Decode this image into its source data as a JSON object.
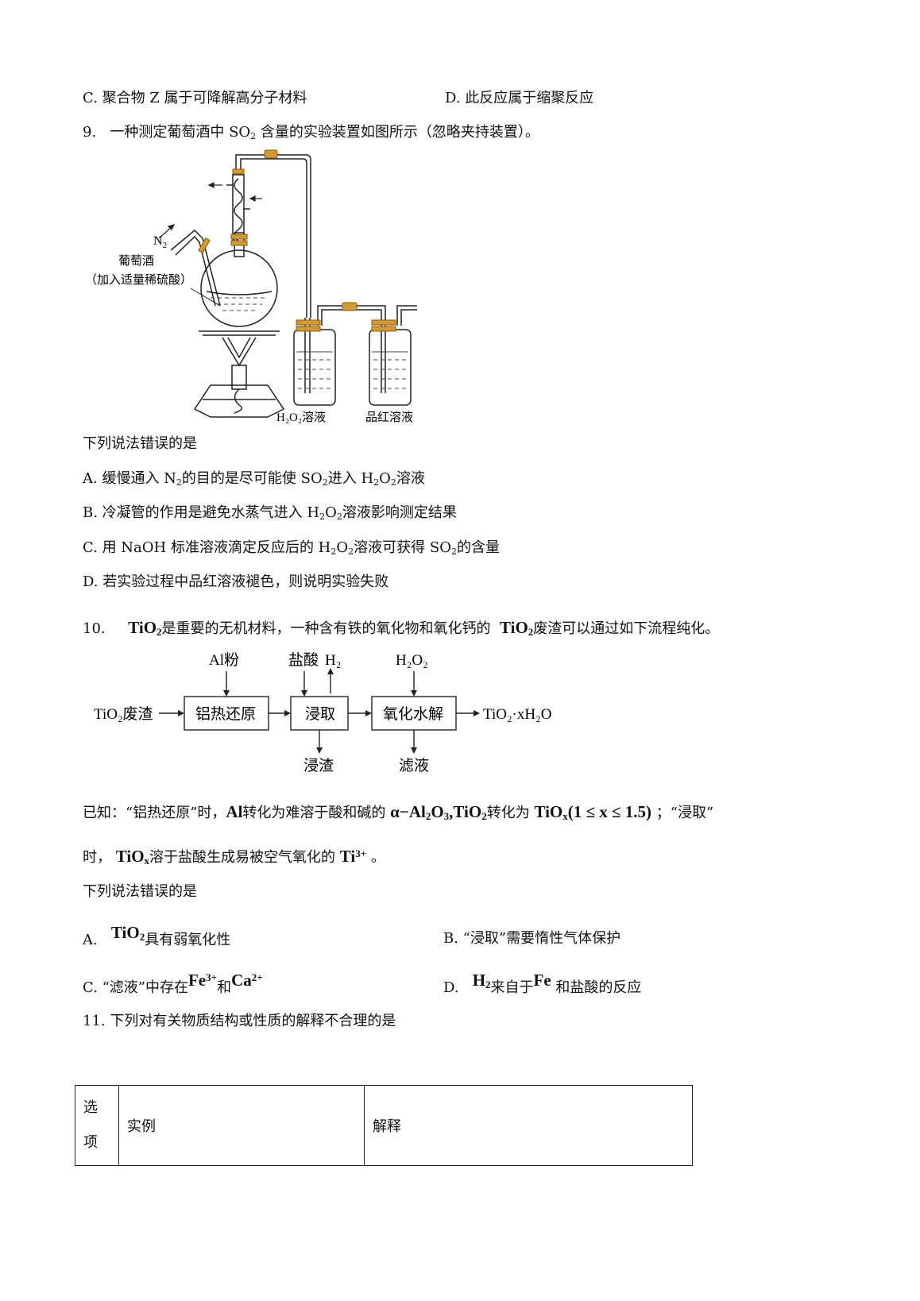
{
  "q8": {
    "option_c": "C.  聚合物 Z 属于可降解高分子材料",
    "option_d": "D.  此反应属于缩聚反应"
  },
  "q9": {
    "number": "9.",
    "stem_a": "一种测定葡萄酒中 SO",
    "stem_sub": "2",
    "stem_b": " 含量的实验装置如图所示（忽略夹持装置）。",
    "figure": {
      "n2_label": "N",
      "n2_sub": "2",
      "wine_label": "葡萄酒",
      "wine_note": "（加入适量稀硫酸）",
      "h2o2_label": "H₂O₂溶液",
      "pinhong_label": "品红溶液"
    },
    "prompt": "下列说法错误的是",
    "options": {
      "a": [
        "A.  缓慢通入 N",
        "2",
        "的目的是尽可能使 SO",
        "2",
        "进入 H",
        "2",
        "O",
        "2",
        "溶液"
      ],
      "b": [
        "B.  冷凝管的作用是避免水蒸气进入 H",
        "2",
        "O",
        "2",
        "溶液影响测定结果"
      ],
      "c": [
        "C.  用 NaOH 标准溶液滴定反应后的 H",
        "2",
        "O",
        "2",
        "溶液可获得 SO",
        "2",
        "的含量"
      ],
      "d": "D.  若实验过程中品红溶液褪色，则说明实验失败"
    }
  },
  "q10": {
    "number": "10.",
    "stem_a": "是重要的无机材料，一种含有铁的氧化物和氧化钙的",
    "stem_b": "废渣可以通过如下流程纯化。",
    "tio2": "TiO",
    "tio2_sub": "2",
    "flow": {
      "input": "TiO₂废渣",
      "step1": "铝热还原",
      "step1_reagent": "Al粉",
      "step2": "浸取",
      "step2_reagent": "盐酸",
      "step2_gas": "H₂",
      "step2_out": "浸渣",
      "step3": "氧化水解",
      "step3_reagent": "H₂O₂",
      "step3_out": "滤液",
      "output": "TiO₂·xH₂O"
    },
    "known_a": "已知：“铝热还原”时，",
    "known_al": "Al",
    "known_b": "转化为难溶于酸和碱的",
    "known_formula": "α−Al",
    "known_formula_b": "O",
    "known_formula_c": ",TiO",
    "known_c": "转化为",
    "known_tiox": "TiO",
    "known_tiox_sub": "x",
    "known_range": "(1 ≤ x ≤ 1.5)",
    "known_d": "；“浸取”",
    "known_e": "时，",
    "known_f": "溶于盐酸生成易被空气氧化的",
    "known_ti3": "Ti",
    "known_ti3_sup": "3+",
    "known_g": "。",
    "prompt": "下列说法错误的是",
    "option_a_label": "A.",
    "option_a_text": "具有弱氧化性",
    "option_b": "B.  “浸取”需要惰性气体保护",
    "option_c_label": "C.  “滤液”中存在",
    "option_c_fe": "Fe",
    "option_c_fe_sup": "3+",
    "option_c_and": "和",
    "option_c_ca": "Ca",
    "option_c_ca_sup": "2+",
    "option_d_label": "D.",
    "option_d_h2": "H",
    "option_d_h2_sub": "2",
    "option_d_mid": "来自于",
    "option_d_fe": "Fe",
    "option_d_end": "和盐酸的反应"
  },
  "q11": {
    "stem": "11.  下列对有关物质结构或性质的解释不合理的是",
    "table_headers": [
      "选\n项",
      "实例",
      "解释"
    ]
  }
}
